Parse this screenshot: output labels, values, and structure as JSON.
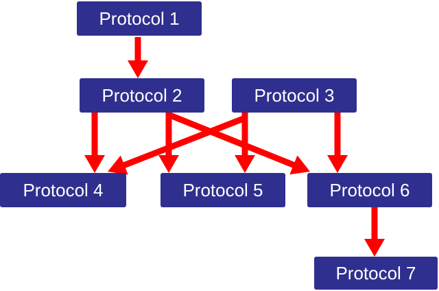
{
  "diagram": {
    "colors": {
      "node_fill": "#2f2f8f",
      "node_text": "#ffffff",
      "arrow": "#ff0000",
      "background": "#ffffff"
    },
    "nodes": [
      {
        "id": "n1",
        "label": "Protocol 1"
      },
      {
        "id": "n2",
        "label": "Protocol 2"
      },
      {
        "id": "n3",
        "label": "Protocol 3"
      },
      {
        "id": "n4",
        "label": "Protocol 4"
      },
      {
        "id": "n5",
        "label": "Protocol 5"
      },
      {
        "id": "n6",
        "label": "Protocol 6"
      },
      {
        "id": "n7",
        "label": "Protocol 7"
      }
    ],
    "edges": [
      {
        "from": "n1",
        "to": "n2"
      },
      {
        "from": "n2",
        "to": "n4"
      },
      {
        "from": "n2",
        "to": "n5"
      },
      {
        "from": "n2",
        "to": "n6"
      },
      {
        "from": "n3",
        "to": "n4"
      },
      {
        "from": "n3",
        "to": "n5"
      },
      {
        "from": "n3",
        "to": "n6"
      },
      {
        "from": "n6",
        "to": "n7"
      }
    ]
  }
}
